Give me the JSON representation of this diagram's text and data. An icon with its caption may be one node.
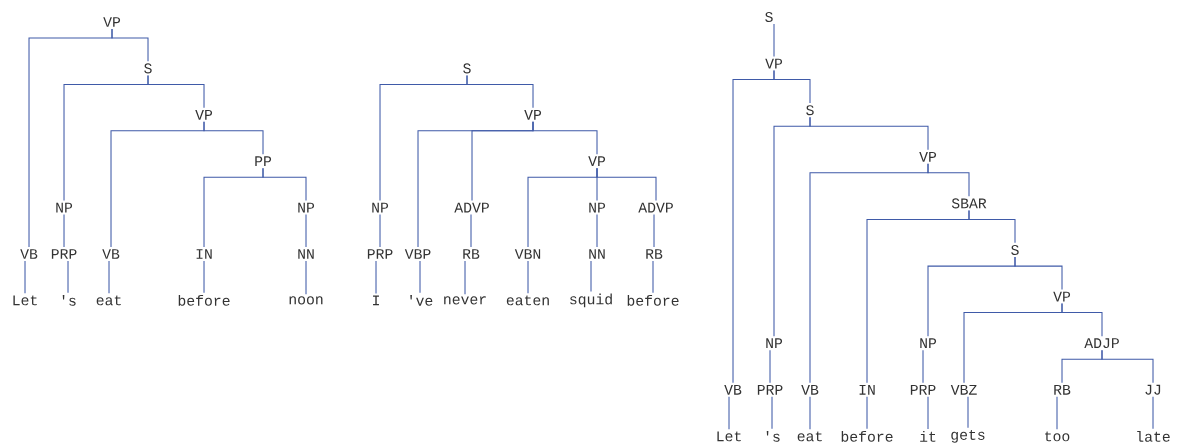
{
  "diagram": {
    "nodes": [
      {
        "text": [
          "VP"
        ]
      },
      {
        "text": [
          "S"
        ]
      },
      {
        "text": [
          "VP"
        ]
      },
      {
        "text": [
          "PP"
        ]
      },
      {
        "text": [
          "NP"
        ]
      },
      {
        "text": [
          "NP"
        ]
      },
      {
        "text": [
          "VB"
        ]
      },
      {
        "text": [
          "PRP"
        ]
      },
      {
        "text": [
          "VB"
        ]
      },
      {
        "text": [
          "IN"
        ]
      },
      {
        "text": [
          "NN"
        ]
      },
      {
        "text": [
          "Let"
        ]
      },
      {
        "text": [
          "'s"
        ]
      },
      {
        "text": [
          "eat"
        ]
      },
      {
        "text": [
          "before"
        ]
      },
      {
        "text": [
          "noon"
        ]
      },
      {
        "text": [
          "S"
        ]
      },
      {
        "text": [
          "VP"
        ]
      },
      {
        "text": [
          "VP"
        ]
      },
      {
        "text": [
          "NP"
        ]
      },
      {
        "text": [
          "ADVP"
        ]
      },
      {
        "text": [
          "NP"
        ]
      },
      {
        "text": [
          "ADVP"
        ]
      },
      {
        "text": [
          "PRP"
        ]
      },
      {
        "text": [
          "VBP"
        ]
      },
      {
        "text": [
          "RB"
        ]
      },
      {
        "text": [
          "VBN"
        ]
      },
      {
        "text": [
          "NN"
        ]
      },
      {
        "text": [
          "RB"
        ]
      },
      {
        "text": [
          "I"
        ]
      },
      {
        "text": [
          "'ve"
        ]
      },
      {
        "text": [
          "never"
        ]
      },
      {
        "text": [
          "eaten"
        ]
      },
      {
        "text": [
          "squid"
        ]
      },
      {
        "text": [
          "before"
        ]
      },
      {
        "text": [
          "S"
        ]
      },
      {
        "text": [
          "VP"
        ]
      },
      {
        "text": [
          "S"
        ]
      },
      {
        "text": [
          "VP"
        ]
      },
      {
        "text": [
          "SBAR"
        ]
      },
      {
        "text": [
          "S"
        ]
      },
      {
        "text": [
          "VP"
        ]
      },
      {
        "text": [
          "NP"
        ]
      },
      {
        "text": [
          "NP"
        ]
      },
      {
        "text": [
          "ADJP"
        ]
      },
      {
        "text": [
          "VB"
        ]
      },
      {
        "text": [
          "PRP"
        ]
      },
      {
        "text": [
          "VB"
        ]
      },
      {
        "text": [
          "IN"
        ]
      },
      {
        "text": [
          "PRP"
        ]
      },
      {
        "text": [
          "VBZ"
        ]
      },
      {
        "text": [
          "RB"
        ]
      },
      {
        "text": [
          "JJ"
        ]
      },
      {
        "text": [
          "Let"
        ]
      },
      {
        "text": [
          "'s"
        ]
      },
      {
        "text": [
          "eat"
        ]
      },
      {
        "text": [
          "before"
        ]
      },
      {
        "text": [
          "it"
        ]
      },
      {
        "text": [
          "gets"
        ]
      },
      {
        "text": [
          "too"
        ]
      },
      {
        "text": [
          "late"
        ]
      }
    ],
    "edges": [
      {
        "from": 0,
        "to": 6,
        "arrow": "none"
      },
      {
        "from": 0,
        "to": 1,
        "arrow": "none"
      },
      {
        "from": 1,
        "to": 4,
        "arrow": "none"
      },
      {
        "from": 1,
        "to": 2,
        "arrow": "none"
      },
      {
        "from": 2,
        "to": 8,
        "arrow": "none"
      },
      {
        "from": 2,
        "to": 3,
        "arrow": "none"
      },
      {
        "from": 3,
        "to": 9,
        "arrow": "none"
      },
      {
        "from": 3,
        "to": 5,
        "arrow": "none"
      },
      {
        "from": 4,
        "to": 7,
        "arrow": "none"
      },
      {
        "from": 5,
        "to": 10,
        "arrow": "none"
      },
      {
        "from": 6,
        "to": 11,
        "arrow": "none"
      },
      {
        "from": 7,
        "to": 12,
        "arrow": "none"
      },
      {
        "from": 8,
        "to": 13,
        "arrow": "none"
      },
      {
        "from": 9,
        "to": 14,
        "arrow": "none"
      },
      {
        "from": 10,
        "to": 15,
        "arrow": "none"
      },
      {
        "from": 16,
        "to": 19,
        "arrow": "none"
      },
      {
        "from": 16,
        "to": 17,
        "arrow": "none"
      },
      {
        "from": 17,
        "to": 24,
        "arrow": "none"
      },
      {
        "from": 17,
        "to": 20,
        "arrow": "none"
      },
      {
        "from": 17,
        "to": 18,
        "arrow": "none"
      },
      {
        "from": 18,
        "to": 26,
        "arrow": "none"
      },
      {
        "from": 18,
        "to": 21,
        "arrow": "none"
      },
      {
        "from": 18,
        "to": 22,
        "arrow": "none"
      },
      {
        "from": 19,
        "to": 23,
        "arrow": "none"
      },
      {
        "from": 20,
        "to": 25,
        "arrow": "none"
      },
      {
        "from": 21,
        "to": 27,
        "arrow": "none"
      },
      {
        "from": 22,
        "to": 28,
        "arrow": "none"
      },
      {
        "from": 23,
        "to": 29,
        "arrow": "none"
      },
      {
        "from": 24,
        "to": 30,
        "arrow": "none"
      },
      {
        "from": 25,
        "to": 31,
        "arrow": "none"
      },
      {
        "from": 26,
        "to": 32,
        "arrow": "none"
      },
      {
        "from": 27,
        "to": 33,
        "arrow": "none"
      },
      {
        "from": 28,
        "to": 34,
        "arrow": "none"
      },
      {
        "from": 35,
        "to": 36,
        "arrow": "none"
      },
      {
        "from": 36,
        "to": 45,
        "arrow": "none"
      },
      {
        "from": 36,
        "to": 37,
        "arrow": "none"
      },
      {
        "from": 37,
        "to": 42,
        "arrow": "none"
      },
      {
        "from": 37,
        "to": 38,
        "arrow": "none"
      },
      {
        "from": 38,
        "to": 47,
        "arrow": "none"
      },
      {
        "from": 38,
        "to": 39,
        "arrow": "none"
      },
      {
        "from": 39,
        "to": 48,
        "arrow": "none"
      },
      {
        "from": 39,
        "to": 40,
        "arrow": "none"
      },
      {
        "from": 40,
        "to": 43,
        "arrow": "none"
      },
      {
        "from": 40,
        "to": 41,
        "arrow": "none"
      },
      {
        "from": 41,
        "to": 50,
        "arrow": "none"
      },
      {
        "from": 41,
        "to": 44,
        "arrow": "none"
      },
      {
        "from": 44,
        "to": 51,
        "arrow": "none"
      },
      {
        "from": 44,
        "to": 52,
        "arrow": "none"
      },
      {
        "from": 42,
        "to": 46,
        "arrow": "none"
      },
      {
        "from": 43,
        "to": 49,
        "arrow": "none"
      },
      {
        "from": 45,
        "to": 53,
        "arrow": "none"
      },
      {
        "from": 46,
        "to": 54,
        "arrow": "none"
      },
      {
        "from": 47,
        "to": 55,
        "arrow": "none"
      },
      {
        "from": 48,
        "to": 56,
        "arrow": "none"
      },
      {
        "from": 49,
        "to": 57,
        "arrow": "none"
      },
      {
        "from": 50,
        "to": 58,
        "arrow": "none"
      },
      {
        "from": 51,
        "to": 59,
        "arrow": "none"
      },
      {
        "from": 52,
        "to": 60,
        "arrow": "none"
      }
    ]
  }
}
